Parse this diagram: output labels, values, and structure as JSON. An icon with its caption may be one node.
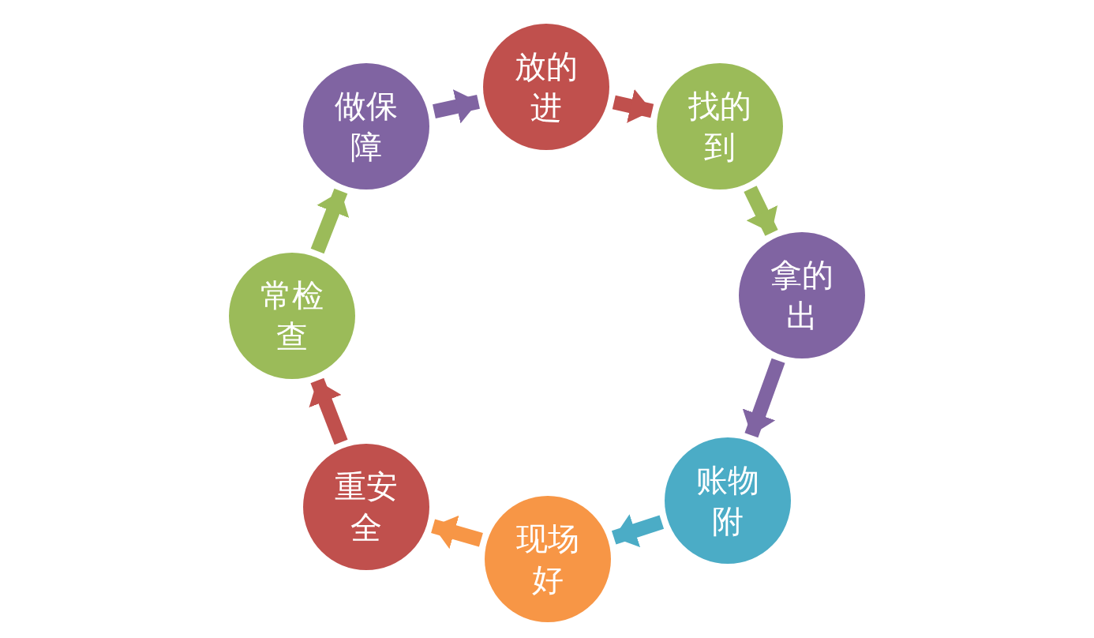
{
  "diagram": {
    "nodes": [
      {
        "text": [
          "放的进"
        ]
      },
      {
        "text": [
          "找的到"
        ]
      },
      {
        "text": [
          "拿的出"
        ]
      },
      {
        "text": [
          "账物附"
        ]
      },
      {
        "text": [
          "现场好"
        ]
      },
      {
        "text": [
          "重安全"
        ]
      },
      {
        "text": [
          "常检查"
        ]
      },
      {
        "text": [
          "做保障"
        ]
      }
    ],
    "edges": [
      {
        "from": 0,
        "to": 1,
        "arrow": "to",
        "color": "#c0504d"
      },
      {
        "from": 1,
        "to": 2,
        "arrow": "to",
        "color": "#9bbb59"
      },
      {
        "from": 2,
        "to": 3,
        "arrow": "to",
        "color": "#8064a2"
      },
      {
        "from": 3,
        "to": 4,
        "arrow": "to",
        "color": "#4bacc6"
      },
      {
        "from": 4,
        "to": 5,
        "arrow": "to",
        "color": "#f79646"
      },
      {
        "from": 5,
        "to": 6,
        "arrow": "to",
        "color": "#c0504d"
      },
      {
        "from": 6,
        "to": 7,
        "arrow": "to",
        "color": "#9bbb59"
      },
      {
        "from": 7,
        "to": 0,
        "arrow": "to",
        "color": "#8064a2"
      }
    ]
  }
}
